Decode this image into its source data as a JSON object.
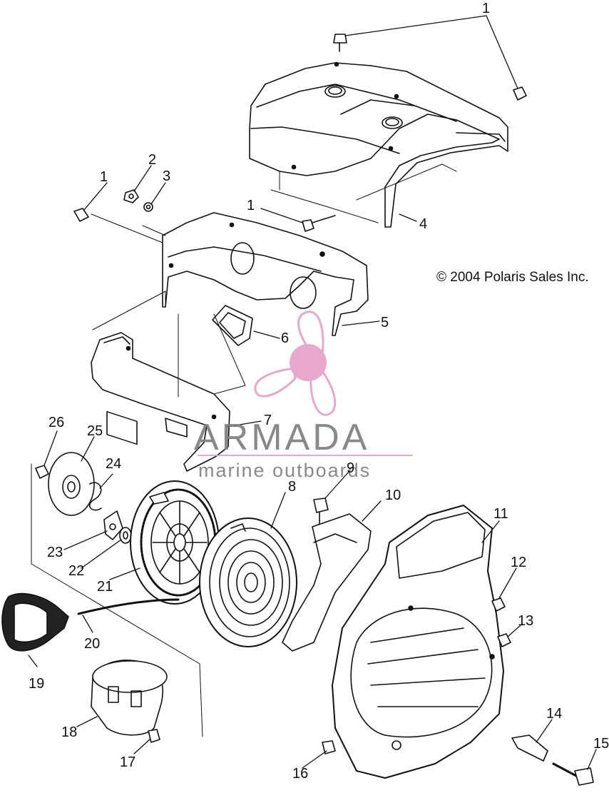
{
  "copyright": "© 2004 Polaris Sales Inc.",
  "watermark": {
    "brand": "ARMADA",
    "tagline": "marine outboards",
    "brand_color": "#7d7d7d",
    "accent_color": "#e39ac2"
  },
  "callouts": {
    "c1a": "1",
    "c1b": "1",
    "c1c": "1",
    "c2": "2",
    "c3": "3",
    "c4": "4",
    "c5": "5",
    "c6": "6",
    "c7": "7",
    "c8": "8",
    "c9": "9",
    "c10": "10",
    "c11": "11",
    "c12": "12",
    "c13": "13",
    "c14": "14",
    "c15": "15",
    "c16": "16",
    "c17": "17",
    "c18": "18",
    "c19": "19",
    "c20": "20",
    "c21": "21",
    "c22": "22",
    "c23": "23",
    "c24": "24",
    "c25": "25",
    "c26": "26"
  },
  "colors": {
    "line": "#111111",
    "paper": "#ffffff"
  }
}
